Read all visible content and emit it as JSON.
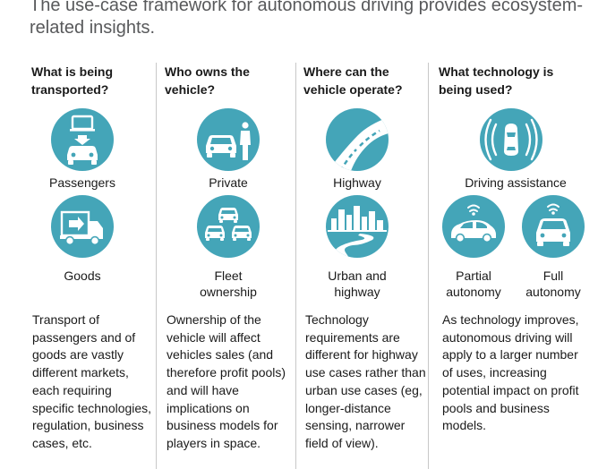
{
  "title": "The use-case framework for autonomous driving provides ecosystem-related insights.",
  "columns": [
    {
      "heading_line1": "What is being",
      "heading_line2": "transported?",
      "labels": [
        "Passengers",
        "Goods"
      ],
      "description": "Transport of passengers and of goods are vastly different markets, each requiring specific technologies, regulation, business cases, etc.",
      "icons": [
        "passenger-car-monitor-icon",
        "goods-truck-icon"
      ]
    },
    {
      "heading_line1": "Who owns the",
      "heading_line2": "vehicle?",
      "label_private": "Private",
      "label_fleet_line1": "Fleet",
      "label_fleet_line2": "ownership",
      "description": "Ownership of the vehicle will affect vehicles sales (and therefore profit pools) and will have implications on business models for players in space.",
      "icons": [
        "private-car-person-icon",
        "fleet-cars-icon"
      ]
    },
    {
      "heading_line1": "Where can the",
      "heading_line2": "vehicle operate?",
      "label_highway": "Highway",
      "label_urban_line1": "Urban and",
      "label_urban_line2": "highway",
      "description": "Technology requirements are different for highway use cases rather than urban use cases (eg, longer-distance sensing, narrower field of view).",
      "icons": [
        "highway-road-icon",
        "city-road-icon"
      ]
    },
    {
      "heading_line1": "What technology is",
      "heading_line2": "being used?",
      "label_assist": "Driving assistance",
      "label_partial_line1": "Partial",
      "label_partial_line2": "autonomy",
      "label_full_line1": "Full",
      "label_full_line2": "autonomy",
      "description": "As technology improves, autonomous driving will apply to a larger number of uses, increasing potential impact on profit pools and business models.",
      "icons": [
        "car-sensor-radar-icon",
        "partial-autonomy-car-icon",
        "full-autonomy-car-icon"
      ]
    }
  ],
  "colors": {
    "icon_fill": "#44a5b8",
    "title": "#58595b",
    "divider": "#c8c8c8"
  }
}
